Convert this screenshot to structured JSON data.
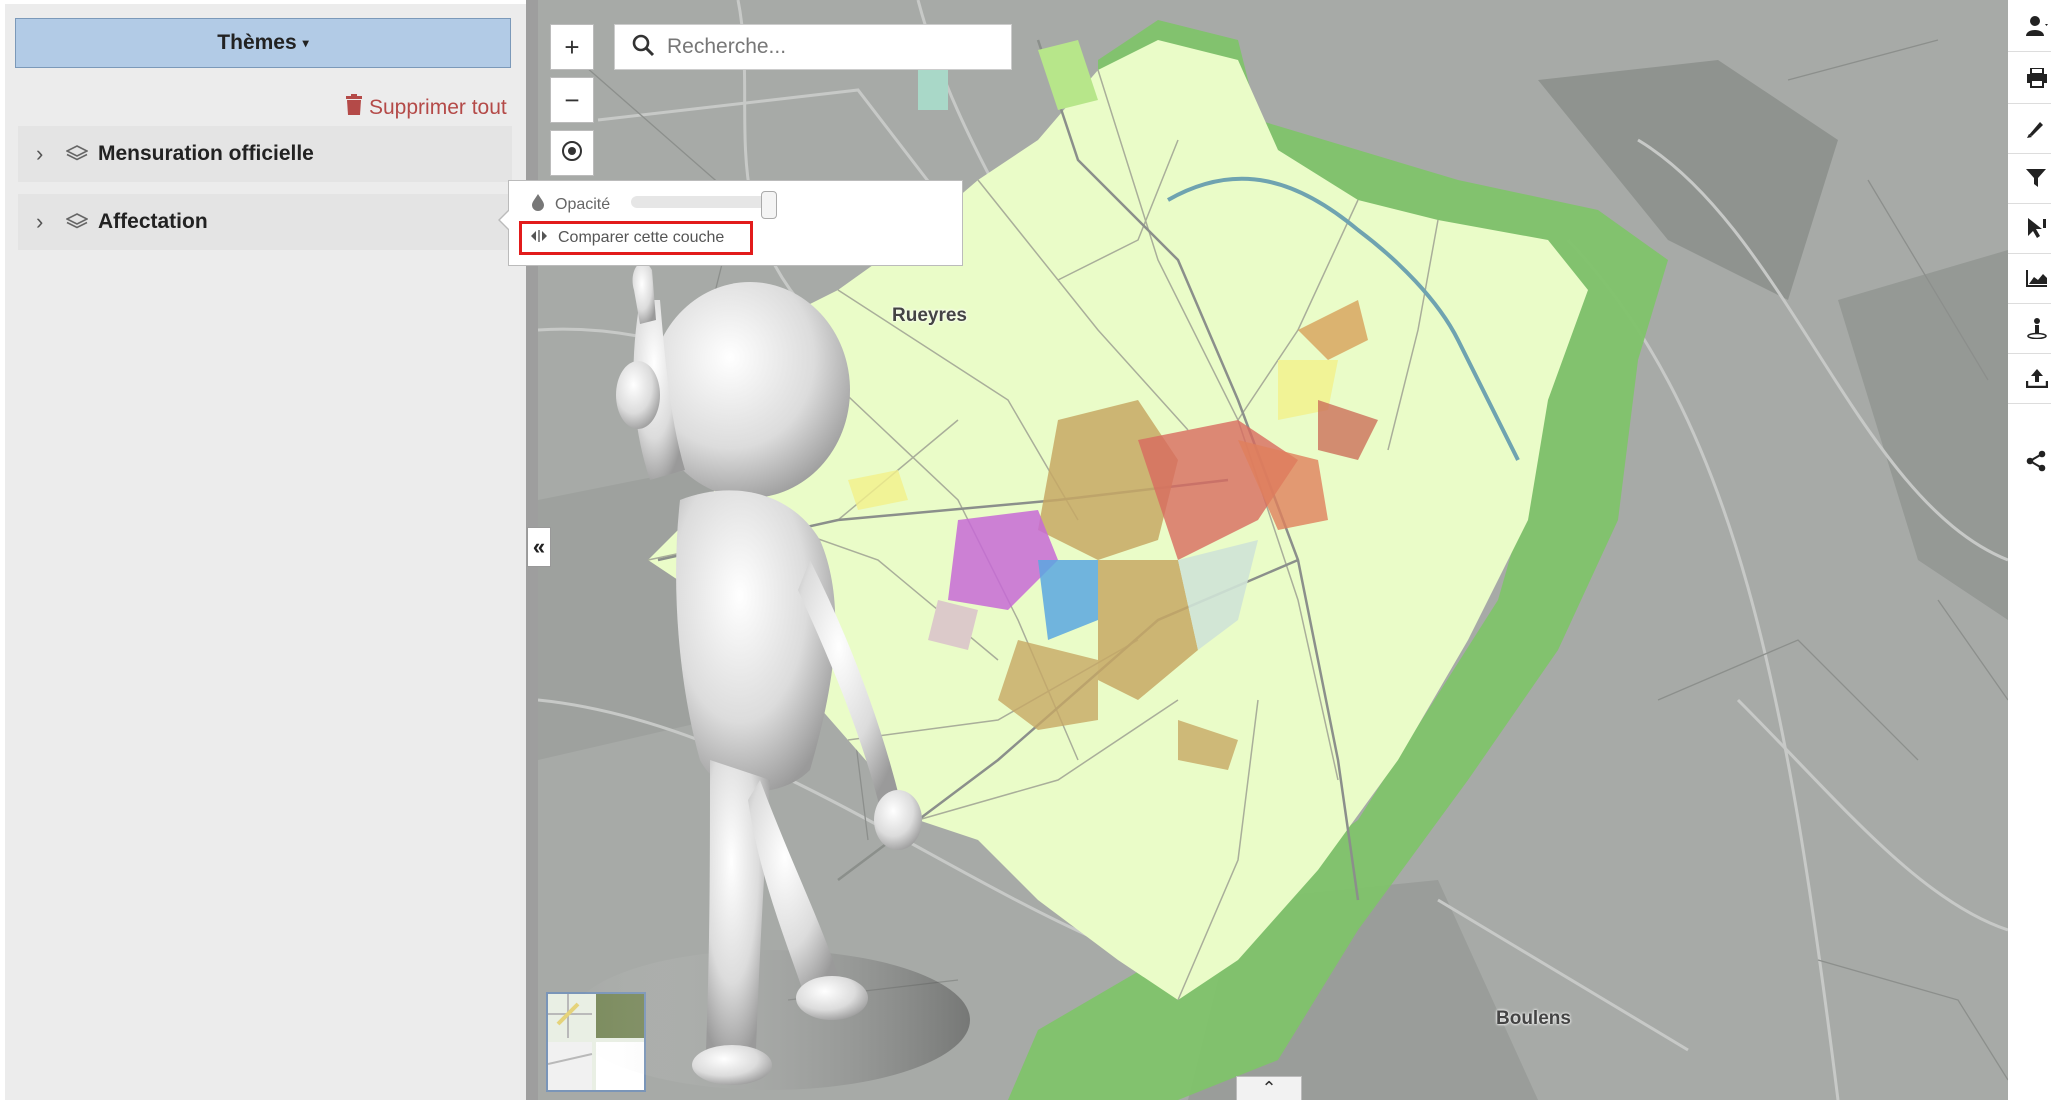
{
  "left_panel": {
    "themes_label": "Thèmes",
    "delete_all_label": "Supprimer tout",
    "layers": [
      {
        "label": "Mensuration officielle"
      },
      {
        "label": "Affectation"
      }
    ]
  },
  "search": {
    "placeholder": "Recherche..."
  },
  "map_controls": {
    "zoom_in": "+",
    "zoom_out": "−"
  },
  "layer_popup": {
    "opacity_label": "Opacité",
    "opacity_value": 1.0,
    "compare_label": "Comparer cette couche"
  },
  "map_labels": {
    "rueyres": "Rueyres",
    "boulens": "Boulens"
  },
  "collapse_label": "«",
  "bottom_toggle_label": "⌃",
  "colors": {
    "accent": "#b2cbe6",
    "delete_red": "#b44a48",
    "highlight_red": "#e21b1b",
    "zone_agri": "#eafcc8",
    "zone_forest": "#7fc36a"
  },
  "icons": [
    "caret-down-icon",
    "trash-icon",
    "chevron-right-icon",
    "layers-icon",
    "search-icon",
    "locate-icon",
    "opacity-drop-icon",
    "compare-icon",
    "user-icon",
    "print-icon",
    "draw-icon",
    "filter-icon",
    "identify-icon",
    "elevation-profile-icon",
    "location-pin-icon",
    "upload-icon",
    "share-icon",
    "double-chevron-left-icon",
    "double-chevron-up-icon"
  ]
}
